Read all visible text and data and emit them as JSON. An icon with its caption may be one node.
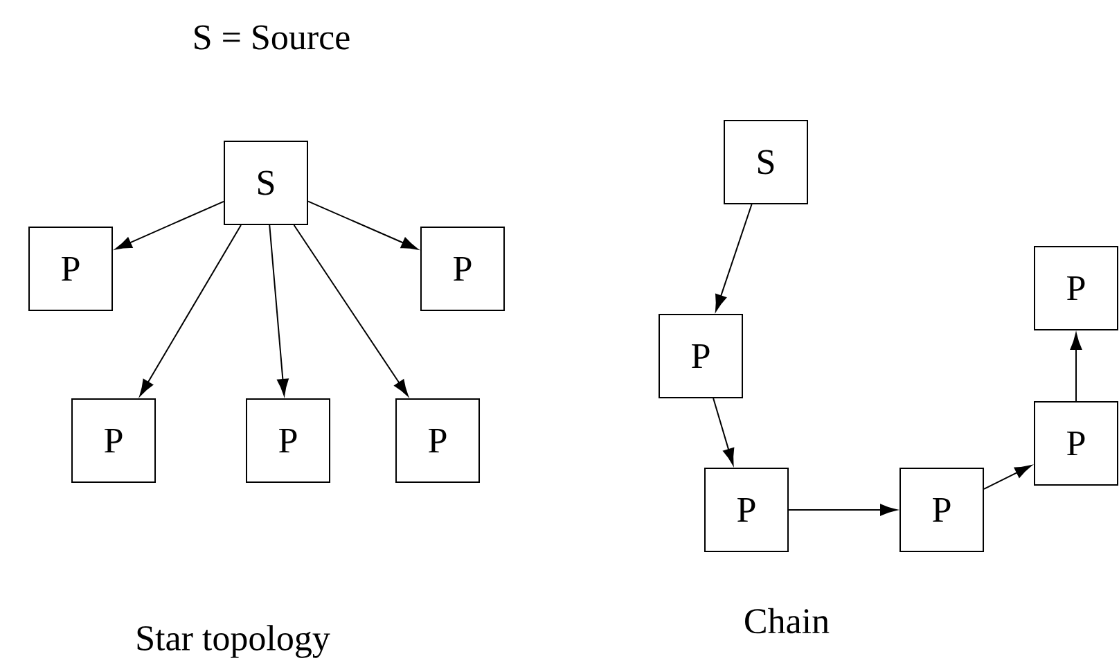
{
  "diagram": {
    "nodes": [
      {
        "text": [
          "S"
        ]
      },
      {
        "text": [
          "P"
        ]
      },
      {
        "text": [
          "P"
        ]
      },
      {
        "text": [
          "P"
        ]
      },
      {
        "text": [
          "P"
        ]
      },
      {
        "text": [
          "P"
        ]
      },
      {
        "text": [
          "S"
        ]
      },
      {
        "text": [
          "P"
        ]
      },
      {
        "text": [
          "P"
        ]
      },
      {
        "text": [
          "P"
        ]
      },
      {
        "text": [
          "P"
        ]
      },
      {
        "text": [
          "P"
        ]
      }
    ],
    "edges": [
      {
        "from": 0,
        "to": 1,
        "arrow": "to"
      },
      {
        "from": 0,
        "to": 2,
        "arrow": "to"
      },
      {
        "from": 0,
        "to": 3,
        "arrow": "to"
      },
      {
        "from": 0,
        "to": 4,
        "arrow": "to"
      },
      {
        "from": 0,
        "to": 5,
        "arrow": "to"
      },
      {
        "from": 6,
        "to": 7,
        "arrow": "to"
      },
      {
        "from": 7,
        "to": 8,
        "arrow": "to"
      },
      {
        "from": 8,
        "to": 9,
        "arrow": "to"
      },
      {
        "from": 9,
        "to": 10,
        "arrow": "to"
      },
      {
        "from": 10,
        "to": 11,
        "arrow": "to"
      }
    ],
    "labels": [
      "S = Source",
      "Star topology",
      "Chain"
    ]
  }
}
